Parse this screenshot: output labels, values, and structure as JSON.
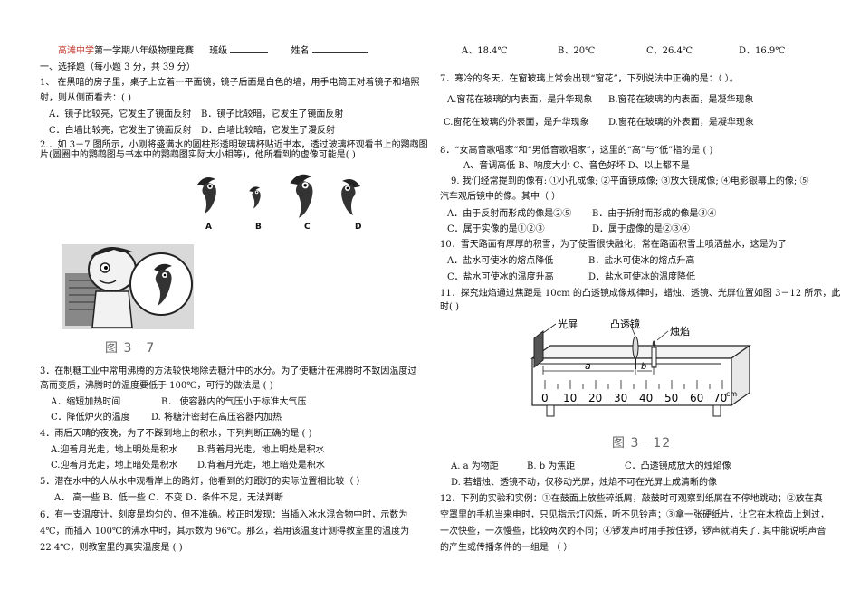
{
  "header": {
    "school": "高滩中学",
    "title_rest": "第一学期八年级物理竞赛",
    "class_label": "班级",
    "name_label": "姓名"
  },
  "section1": "一、选择题（每小题 3 分，共 39 分）",
  "q1": {
    "line1": "1、  在黑暗的房子里，桌子上立着一平面镜，镜子后面是白色的墙，用手电筒正对着镜子和墙照",
    "line2": "射，则从侧面看去：(  )",
    "a": "A．镜子比较亮，它发生了镜面反射",
    "b": "B．镜子比较暗，它发生了镜面反射",
    "c": "C．白墙比较亮，它发生了镜面反射",
    "d": "D．白墙比较暗，它发生了漫反射"
  },
  "q2": {
    "line1": "2.．如 3－7 图所示，小刚将盛满水的圆柱形透明玻璃杯贴近书本，透过玻璃杯观看书上的鹦鹉图",
    "line2": "片(圆圈中的鹦鹉图与书本中的鹦鹉图实际大小相等)，他所看到的虚像可能是(        )",
    "labels": [
      "A",
      "B",
      "C",
      "D"
    ],
    "caption": "图 3－7"
  },
  "q3": {
    "line1": "3．在制糖工业中常用沸腾的方法较快地除去糖汁中的水分。为了使糖汁在沸腾时不致因温度过",
    "line2": "高而变质，沸腾时的温度要低于 100℃，可行的做法是                               (       )",
    "a": "A．缩短加热时间",
    "b": "B．  使容器内的气压小于标准大气压",
    "c": "C．降低炉火的温度",
    "d": "D.        将糖汁密封在高压容器内加热"
  },
  "q4": {
    "line1": "4．雨后天晴的夜晚，为了不踩到地上的积水，下列判断正确的是 (         )",
    "a": "A.迎着月光走，地上明处是积水",
    "b": "B.背着月光走，地上明处是积水",
    "c": "C.迎着月光走，地上暗处是积水",
    "d": "D.背着月光走，地上暗处是积水"
  },
  "q5": {
    "line1": "5．潜在水中的人从水中观看岸上的路灯，他看到的灯跟灯的实际位置相比较（       ）",
    "opts": "A．  高一些      B．低一些      C．不变      D．条件不足，无法判断"
  },
  "q6": {
    "line1": "6．有一支温度计，刻度是均匀的，但不准确。校正时发现：当插入冰水混合物中时，示数为",
    "line2": "4℃，而插入 100℃的沸水中时，其示数为 96℃。那么，若用该温度计测得教室里的温度为",
    "line3": "22.4℃，则教室里的真实温度是   (           )"
  },
  "q6opts": {
    "a": "A、18.4℃",
    "b": "B、20℃",
    "c": "C、26.4℃",
    "d": "D、16.9℃"
  },
  "q7": {
    "line1": "7．寒冷的冬天，在窗玻璃上常会出现“窗花”，下列说法中正确的是：（           ）。",
    "a": "A.窗花在玻璃的内表面，是升华现象",
    "b": "B.窗花在玻璃的内表面，是凝华现象",
    "c": "C.窗花在玻璃的外表面，是升华现象",
    "d": "D.窗花在玻璃的外表面，是凝华现象"
  },
  "q8": {
    "line1": "8．“女高音歌唱家”和“男低音歌唱家”，这里的“高”与“低”指的是 (           )",
    "opts": "A、音调高低          B、响度大小          C、音色好坏          D、以上都不是"
  },
  "q9": {
    "line1": "9. 我们经常提到的像有: ①小孔成像; ②平面镜成像; ③放大镜成像; ④电影银幕上的像; ⑤",
    "line2": "汽车观后镜中的像。其中（     ）",
    "a": "A．由于反射而形成的像是②⑤",
    "b": "B．由于折射而形成的像是③④",
    "c": "C．属于实像的是①②③",
    "d": "D．属于虚像的是②③④"
  },
  "q10": {
    "line1": "10．雪天路面有厚厚的积雪，为了使雪很快融化，常在路面积雪上喷洒盐水，这是为了",
    "a": "A．盐水可使冰的熔点降低",
    "b": "B．盐水可使冰的熔点升高",
    "c": "C．盐水可使冰的温度升高",
    "d": "D．盐水可使冰的温度降低"
  },
  "q11": {
    "line1": "11．探究烛焰通过焦距是 10cm 的凸透镜成像规律时，蜡烛、透镜、光屏位置如图 3－12 所示，此",
    "line2": "时(        )",
    "fig_screen": "光屏",
    "fig_lens": "凸透镜",
    "fig_candle": "烛焰",
    "fig_a": "a",
    "fig_b": "b",
    "ticks": [
      "0",
      "10",
      "20",
      "30",
      "40",
      "50",
      "60",
      "70"
    ],
    "unit": "cm",
    "caption": "图 3－12",
    "a": "A. a 为物距",
    "b": "B.  b 为焦距",
    "c": "C．凸透镜成放大的烛焰像",
    "d": "D.  若蜡烛、透镜不动，仅移动光屏，烛焰不可在光屏上成清晰的像"
  },
  "q12": {
    "line1": "12．下列的实验和实例：①在鼓面上放些碎纸屑，敲鼓时可观察到纸屑在不停地跳动；②放在真",
    "line2": "空罩里的手机当来电时，只见指示灯闪烁，听不见铃声；③拿一张硬纸片，让它在木梳齿上划过，",
    "line3": "一次快些，一次慢些，比较两次的不同；④锣发声时用手按住锣，锣声就消失了. 其中能说明声音",
    "line4": "的产生或传播条件的一组是 （       ）"
  }
}
